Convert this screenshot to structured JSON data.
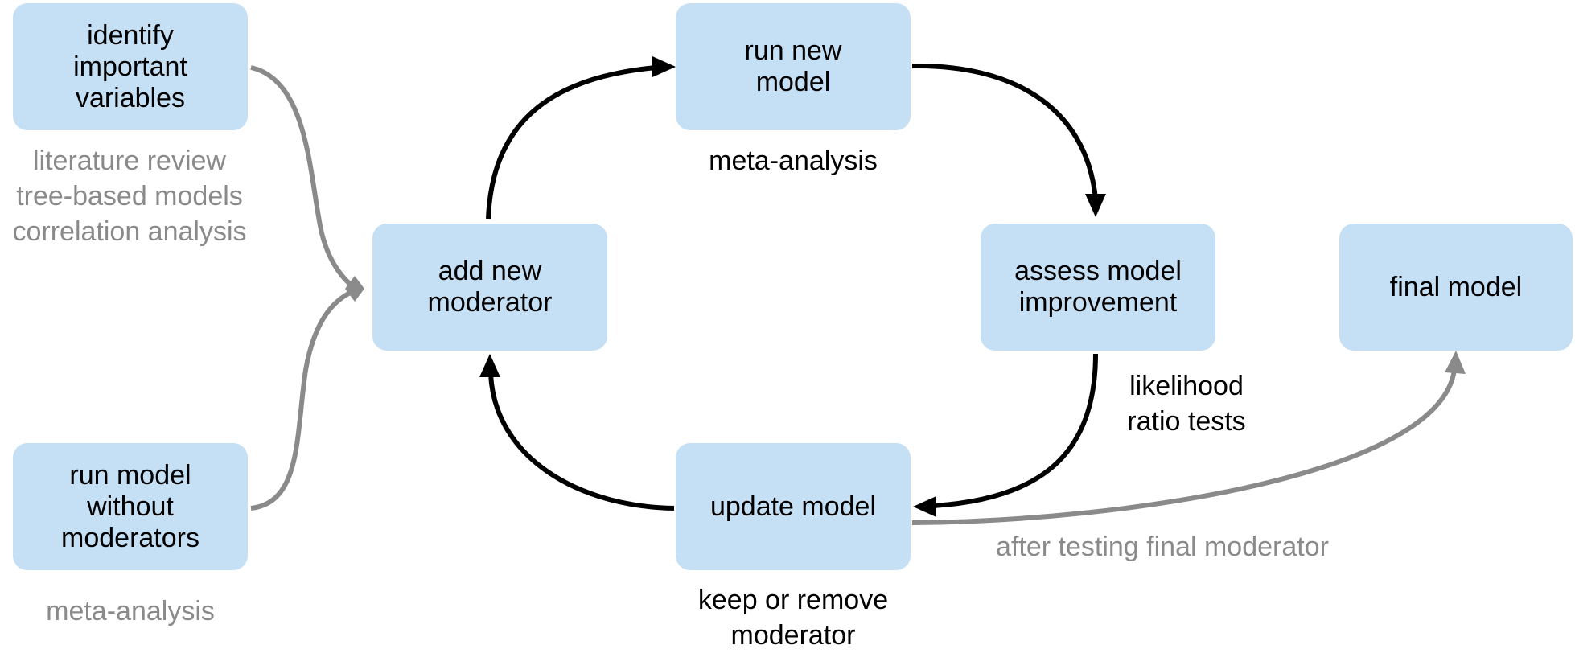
{
  "boxes": {
    "identify": "identify\nimportant\nvariables",
    "run_without": "run model\nwithout\nmoderators",
    "add_new": "add new\nmoderator",
    "run_new": "run new\nmodel",
    "assess": "assess model\nimprovement",
    "update": "update model",
    "final": "final model"
  },
  "notes": {
    "identify_methods": "literature review\ntree-based models\ncorrelation analysis",
    "run_without_method": "meta-analysis",
    "run_new_method": "meta-analysis",
    "assess_method": "likelihood\nratio tests",
    "update_method": "keep or remove\nmoderator",
    "final_condition": "after testing final moderator"
  },
  "colors": {
    "box_fill": "#c5dff5",
    "cycle_arrow": "#000000",
    "side_arrow": "#8a8a8a",
    "gray_text": "#8a8a8a"
  }
}
